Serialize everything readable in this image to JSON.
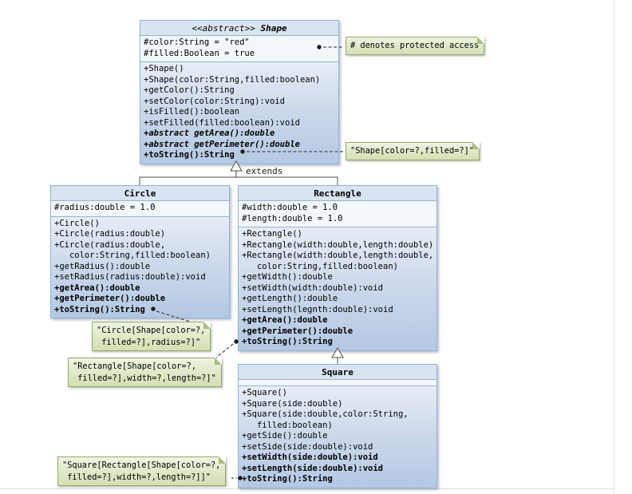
{
  "extends_label": "extends",
  "colors": {
    "class_border": "#95b3d7",
    "class_title_fill": "#d9e4f1",
    "class_fields_fill": "#f3f7fb",
    "class_methods_gradient_top": "#e7edf6",
    "class_methods_gradient_bottom": "#b4c8e3",
    "note_fill": "#dde8c6",
    "note_border": "#94a86a",
    "connector": "#4d4d4d"
  },
  "classes": {
    "shape": {
      "stereotype": "<<abstract>>",
      "name": "Shape",
      "fields": [
        "#color:String = \"red\"",
        "#filled:Boolean = true"
      ],
      "methods": [
        "+Shape()",
        "+Shape(color:String,filled:boolean)",
        "+getColor():String",
        "+setColor(color:String):void",
        "+isFilled():boolean",
        "+setFilled(filled:boolean):void",
        "+abstract getArea():double",
        "+abstract getPerimeter():double",
        "+toString():String"
      ]
    },
    "circle": {
      "name": "Circle",
      "fields": [
        "#radius:double = 1.0"
      ],
      "methods": [
        "+Circle()",
        "+Circle(radius:double)",
        "+Circle(radius:double,",
        "   color:String,filled:boolean)",
        "+getRadius():double",
        "+setRadius(radius:double):void",
        "+getArea():double",
        "+getPerimeter():double",
        "+toString():String"
      ]
    },
    "rectangle": {
      "name": "Rectangle",
      "fields": [
        "#width:double = 1.0",
        "#length:double = 1.0"
      ],
      "methods": [
        "+Rectangle()",
        "+Rectangle(width:double,length:double)",
        "+Rectangle(width:double,length:double,",
        "   color:String,filled:boolean)",
        "+getWidth():double",
        "+setWidth(width:double):void",
        "+getLength():double",
        "+setLength(legnth:double):void",
        "+getArea():double",
        "+getPerimeter():double",
        "+toString():String"
      ]
    },
    "square": {
      "name": "Square",
      "fields": [],
      "methods": [
        "+Square()",
        "+Square(side:double)",
        "+Square(side:double,color:String,",
        "   filled:boolean)",
        "+getSide():double",
        "+setSide(side:double):void",
        "+setWidth(side:double):void",
        "+setLength(side:double):void",
        "+toString():String"
      ]
    }
  },
  "notes": {
    "protected": {
      "line1": "# denotes protected access"
    },
    "shape_tostring": {
      "line1": "\"Shape[color=?,filled=?]\""
    },
    "circle_tostring": {
      "line1": "\"Circle[Shape[color=?,",
      "line2": " filled=?],radius=?]\""
    },
    "rectangle_tostring": {
      "line1": "\"Rectangle[Shape[color=?,",
      "line2": " filled=?],width=?,length=?]\""
    },
    "square_tostring": {
      "line1": "\"Square[Rectangle[Shape[color=?,",
      "line2": " filled=?],width=?,length=?]]\""
    }
  }
}
